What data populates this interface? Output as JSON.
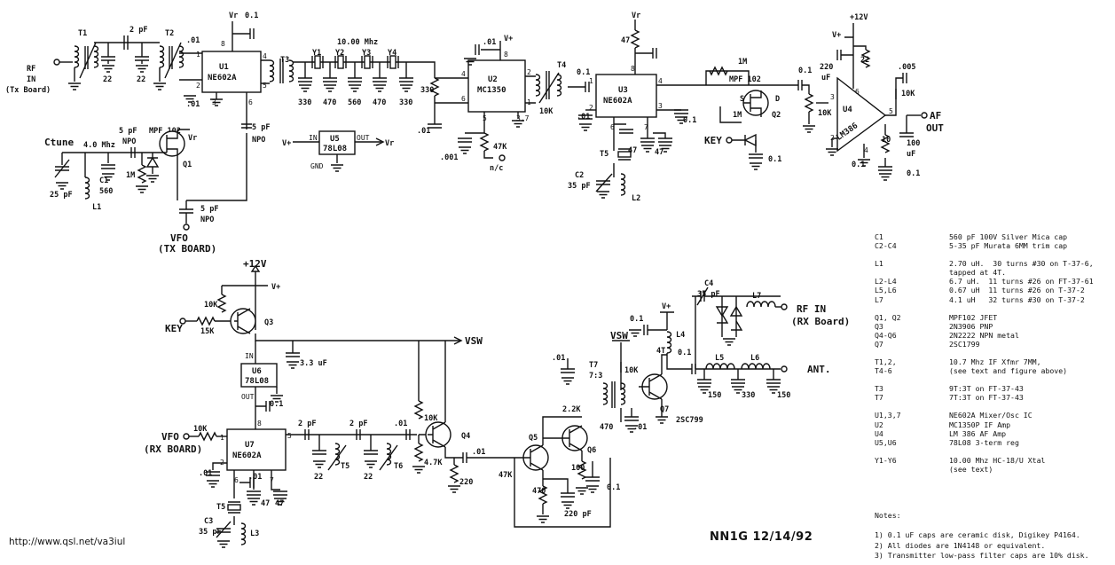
{
  "ic": {
    "u1": {
      "ref": "U1",
      "part": "NE602A"
    },
    "u2": {
      "ref": "U2",
      "part": "MC1350"
    },
    "u3": {
      "ref": "U3",
      "part": "NE602A"
    },
    "u4": {
      "ref": "U4",
      "part": "LM386"
    },
    "u5": {
      "ref": "U5",
      "part": "78L08",
      "in": "IN",
      "out": "OUT",
      "gnd": "GND"
    },
    "u6": {
      "ref": "U6",
      "part": "78L08",
      "in": "IN",
      "out": "OUT"
    },
    "u7": {
      "ref": "U7",
      "part": "NE602A"
    }
  },
  "io": {
    "rf_in_tx": [
      "RF",
      "IN",
      "(Tx Board)"
    ],
    "vfo_tx": [
      "VFO",
      "(TX BOARD)"
    ],
    "af_out": [
      "AF",
      "OUT"
    ],
    "key_top": "KEY",
    "ctune": "Ctune",
    "plus12_top": "+12V",
    "plus12_bottom": "+12V",
    "key_bottom": "KEY",
    "vsw": "VSW",
    "vfo_rx": [
      "VFO",
      "(RX BOARD)"
    ],
    "rf_in_rx": [
      "RF IN",
      "(RX Board)"
    ],
    "ant": "ANT.",
    "nc": "n/c"
  },
  "parts": {
    "t1": "T1",
    "t2": "T2",
    "t3": "T3",
    "t4": "T4",
    "t5": "T5",
    "t6": "T6",
    "t7": "T7",
    "t7_ratio": "7:3",
    "c2pf_a": "2 pF",
    "c22_a": "22",
    "c22_b": "22",
    "c01_a": ".01",
    "c01_b": ".01",
    "vr_top": "Vr",
    "c01_top": "0.1",
    "xtal_freq": "10.00 Mhz",
    "y1": "Y1",
    "y2": "Y2",
    "y3": "Y3",
    "y4": "Y4",
    "r330_a": "330",
    "r470_a": "470",
    "r560": "560",
    "r470_b": "470",
    "r330_b": "330",
    "r330_c": "330",
    "c01_u2a": ".01",
    "vplus": "V+",
    "c01_u2b": ".01",
    "r47k": "47K",
    "c001": ".001",
    "r10k_t4": "10K",
    "r47_u3": "47",
    "c01_u3": ".01",
    "c01_u3b": "0.1",
    "c01_u3c": ".01",
    "c47_a": "47",
    "c47_b": "47",
    "c2": "C2",
    "c2v": "35 pF",
    "l2": "L2",
    "r1m_a": "1M",
    "r1m_b": "1M",
    "q2_part": "MPF 102",
    "q2": "Q2",
    "s": "S",
    "d": "D",
    "c01_q2": "0.1",
    "c01_in": "0.1",
    "r10k_pot": "10K",
    "c220": "220",
    "c220u": "uF",
    "r22": "22",
    "c005": ".005",
    "r10k_u4": "10K",
    "r10_u4": "10",
    "c100": "100",
    "c100u": "uF",
    "c01_u4": "0.1",
    "c01_u4b": "0.1",
    "c01_out": "0.1",
    "c5pf_npo": "5 pF",
    "npo": "NPO",
    "mhz4": "4.0 Mhz",
    "q1_part": "MPF 102",
    "q1": "Q1",
    "r1m_q1": "1M",
    "c1": "C1",
    "c1v": "560",
    "c25": "25 pF",
    "l1": "L1",
    "c5_npo_b": "5 pF",
    "npo_b": "NPO",
    "c5_npo_c": "5 pF",
    "npo_c": "NPO",
    "r10k_q3": "10K",
    "r15k": "15K",
    "q3": "Q3",
    "c33u": "3.3 uF",
    "c01_u6": "0.1",
    "r10k_u7": "10K",
    "c2pf_b": "2 pF",
    "c2pf_c": "2 pF",
    "c01_u7": ".01",
    "c22_c": "22",
    "c22_d": "22",
    "c01_t6": ".01",
    "r10k_q4": "10K",
    "q4": "Q4",
    "r47k_q4": "4.7K",
    "c01_q4": ".01",
    "r220": "220",
    "q5": "Q5",
    "q6": "Q6",
    "r47k_q5": "47K",
    "r470_q5": "470",
    "c220pf": "220 pF",
    "r2k2": "2.2K",
    "r100": "100",
    "c01_q6": "0.1",
    "c01_t7": ".01",
    "r10k_t7": "10K",
    "r470_t7": "470",
    "c01_t7b": ".01",
    "c01_vsw": "0.1",
    "l4": "L4",
    "l4t": "4T",
    "c01_l4": "0.1",
    "q7": "Q7",
    "q7_part": "2SC799",
    "c4": "C4",
    "c4v": "35 pF",
    "l7": "L7",
    "l5": "L5",
    "l6": "L6",
    "c150_a": "150",
    "c330": "330",
    "c150_b": "150",
    "c3": "C3",
    "c3v": "35 pF",
    "l3": "L3",
    "c47_c": "47",
    "c47_d": "47",
    "c01_u7b": ".01"
  },
  "legend": [
    {
      "k": "C1",
      "v": "560 pF 100V Silver Mica cap"
    },
    {
      "k": "C2-C4",
      "v": "5-35 pF Murata 6MM trim cap"
    },
    {
      "gap": true
    },
    {
      "k": "L1",
      "v": "2.70 uH.  30 turns #30 on T-37-6,"
    },
    {
      "k": "",
      "v": "tapped at 4T."
    },
    {
      "k": "L2-L4",
      "v": "6.7 uH.  11 turns #26 on FT-37-61"
    },
    {
      "k": "L5,L6",
      "v": "0.67 uH  11 turns #26 on T-37-2"
    },
    {
      "k": "L7",
      "v": "4.1 uH   32 turns #30 on T-37-2"
    },
    {
      "gap": true
    },
    {
      "k": "Q1, Q2",
      "v": "MPF102 JFET"
    },
    {
      "k": "Q3",
      "v": "2N3906 PNP"
    },
    {
      "k": "Q4-Q6",
      "v": "2N2222 NPN metal"
    },
    {
      "k": "Q7",
      "v": "2SC1799"
    },
    {
      "gap": true
    },
    {
      "k": "T1,2,",
      "v": "10.7 Mhz IF Xfmr 7MM,"
    },
    {
      "k": "T4-6",
      "v": "(see text and figure above)"
    },
    {
      "gap": true
    },
    {
      "k": "T3",
      "v": "9T:3T on FT-37-43"
    },
    {
      "k": "T7",
      "v": "7T:3T on FT-37-43"
    },
    {
      "gap": true
    },
    {
      "k": "U1,3,7",
      "v": "NE602A Mixer/Osc IC"
    },
    {
      "k": "U2",
      "v": "MC1350P IF Amp"
    },
    {
      "k": "U4",
      "v": "LM 386 AF Amp"
    },
    {
      "k": "U5,U6",
      "v": "78L08 3-term reg"
    },
    {
      "gap": true
    },
    {
      "k": "Y1-Y6",
      "v": "10.00 Mhz HC-18/U Xtal"
    },
    {
      "k": "",
      "v": "(see text)"
    }
  ],
  "notes_title": "Notes:",
  "notes": [
    "1) 0.1 uF caps are ceramic disk, Digikey P4164.",
    "2) All diodes are 1N4148 or equivalent.",
    "3) Transmitter low-pass filter caps are 10% disk."
  ],
  "credit": "NN1G  12/14/92",
  "url": "http://www.qsl.net/va3iul"
}
